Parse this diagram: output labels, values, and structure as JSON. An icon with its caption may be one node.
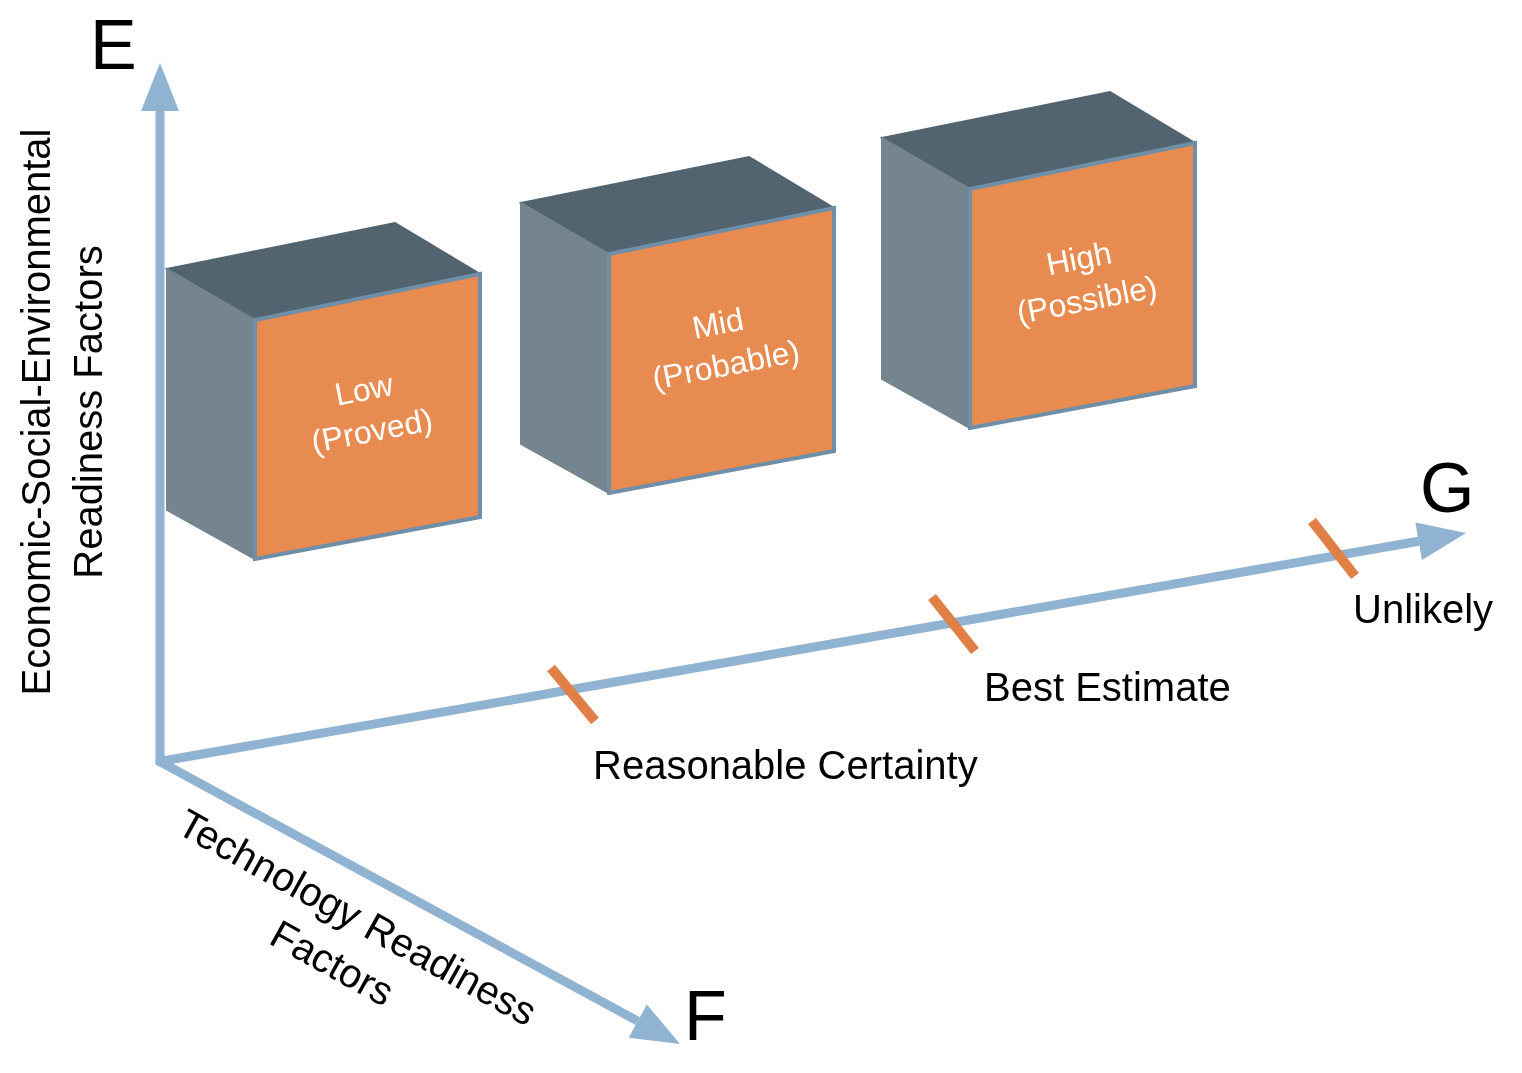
{
  "diagram": {
    "nodes": [
      {
        "text": [
          "Low (Proved)"
        ]
      },
      {
        "text": [
          "Mid (Probable)"
        ]
      },
      {
        "text": [
          "High (Possible)"
        ]
      }
    ],
    "edges": [],
    "labels": [
      "E",
      "Economic-Social-Environmental Readiness Factors",
      "G",
      "Unlikely",
      "Best Estimate",
      "Reasonable Certainty",
      "Technology Readiness Factors",
      "F"
    ]
  }
}
